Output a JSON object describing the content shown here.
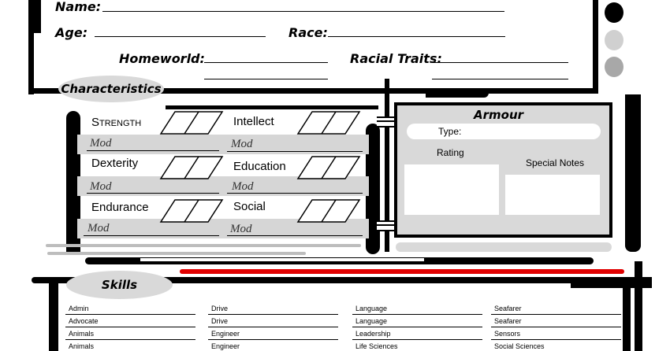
{
  "identity": {
    "name_label": "Name:",
    "age_label": "Age:",
    "race_label": "Race:",
    "homeworld_label": "Homeworld:",
    "racial_traits_label": "Racial Traits:"
  },
  "characteristics": {
    "header": "Characteristics",
    "mod_label": "Mod",
    "stats": [
      {
        "label": "Strength"
      },
      {
        "label": "Intellect"
      },
      {
        "label": "Dexterity"
      },
      {
        "label": "Education"
      },
      {
        "label": "Endurance"
      },
      {
        "label": "Social"
      }
    ]
  },
  "armour": {
    "header": "Armour",
    "type_label": "Type:",
    "rating_label": "Rating",
    "notes_label": "Special Notes"
  },
  "skills": {
    "header": "Skills",
    "columns": [
      [
        "Admin",
        "Advocate",
        "Animals",
        "Animals"
      ],
      [
        "Drive",
        "Drive",
        "Engineer",
        "Engineer"
      ],
      [
        "Language",
        "Language",
        "Leadership",
        "Life Sciences"
      ],
      [
        "Seafarer",
        "Seafarer",
        "Sensors",
        "Social Sciences"
      ]
    ]
  },
  "colors": {
    "accent_red": "#e00000",
    "pill_gray": "#d9d9d9",
    "dot_black": "#000000",
    "dot_light": "#d0d0d0",
    "dot_mid": "#a8a8a8"
  }
}
